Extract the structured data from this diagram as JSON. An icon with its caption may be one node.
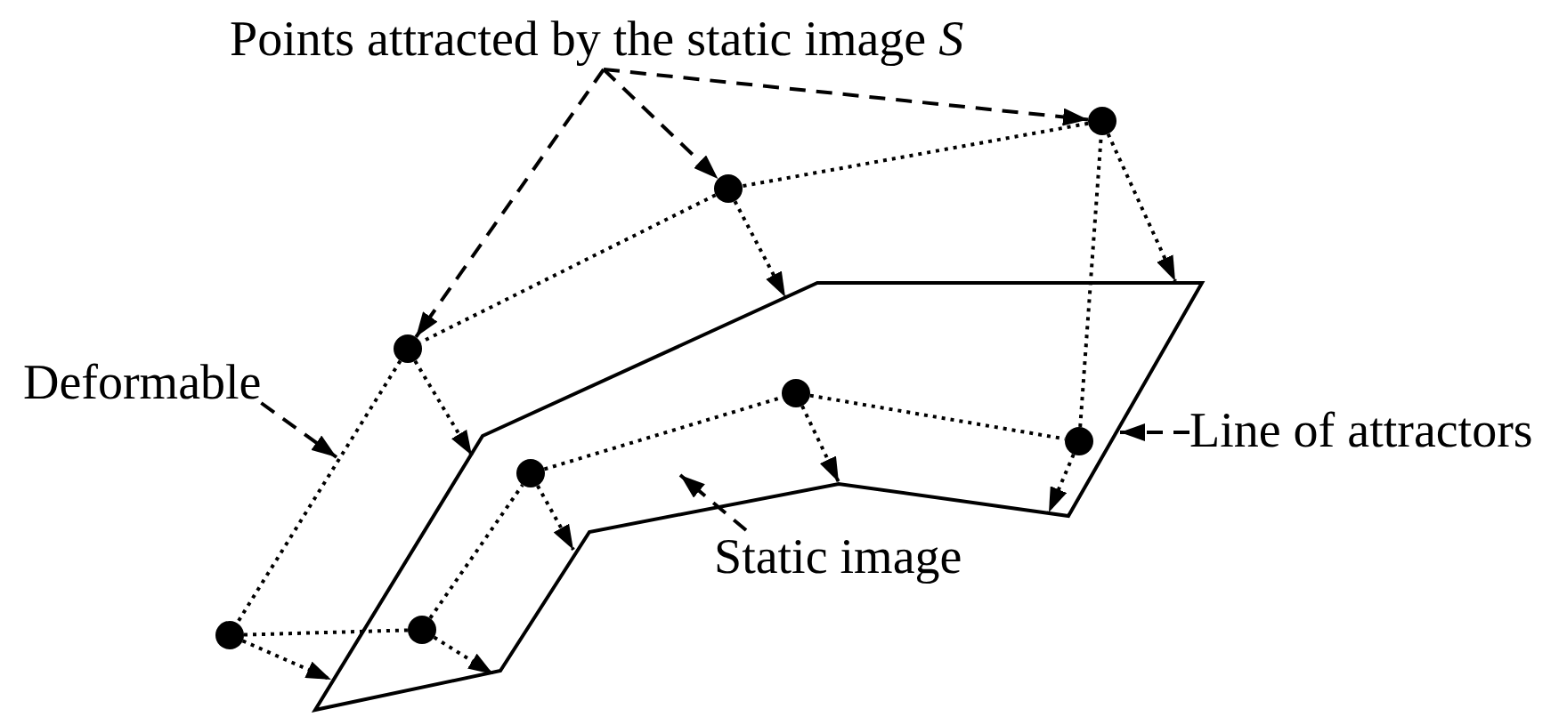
{
  "diagram": {
    "nodes": [
      {
        "text": [
          "Points attracted by the static image *S*"
        ]
      },
      {
        "text": [],
        "shape": "circle"
      },
      {
        "text": [],
        "shape": "circle"
      },
      {
        "text": [],
        "shape": "circle"
      },
      {
        "text": [],
        "shape": "circle"
      },
      {
        "text": [],
        "shape": "circle",
        "in": 10
      },
      {
        "text": [],
        "shape": "circle",
        "in": 10
      },
      {
        "text": [],
        "shape": "circle",
        "in": 10
      },
      {
        "text": [],
        "shape": "circle",
        "in": 10
      },
      {
        "text": [
          "Deformable"
        ]
      },
      {
        "text": [],
        "shape": "polygon"
      },
      {
        "text": [
          "Line of attractors"
        ]
      },
      {
        "text": [
          "Static image"
        ]
      }
    ],
    "edges": [
      {
        "from": 0,
        "to": 1,
        "arrow": "to",
        "style": "dashed"
      },
      {
        "from": 0,
        "to": 2,
        "arrow": "to",
        "style": "dashed"
      },
      {
        "from": 0,
        "to": 3,
        "arrow": "to",
        "style": "dashed"
      },
      {
        "from": 1,
        "to": 2,
        "arrow": "none"
      },
      {
        "from": 2,
        "to": 3,
        "arrow": "none"
      },
      {
        "from": 3,
        "to": 4,
        "arrow": "none"
      },
      {
        "from": 4,
        "to": 5,
        "arrow": "none"
      },
      {
        "from": 5,
        "to": 6,
        "arrow": "none"
      },
      {
        "from": 6,
        "to": 7,
        "arrow": "none"
      },
      {
        "from": 7,
        "to": 8,
        "arrow": "none"
      },
      {
        "from": 8,
        "to": 1,
        "arrow": "none"
      },
      {
        "from": 1,
        "to": 10,
        "arrow": "to"
      },
      {
        "from": 2,
        "to": 10,
        "arrow": "to"
      },
      {
        "from": 3,
        "to": 10,
        "arrow": "to"
      },
      {
        "from": 4,
        "to": 10,
        "arrow": "to"
      },
      {
        "from": 5,
        "to": 10,
        "arrow": "to"
      },
      {
        "from": 6,
        "to": 10,
        "arrow": "to"
      },
      {
        "from": 7,
        "to": 10,
        "arrow": "to"
      },
      {
        "from": 8,
        "to": 10,
        "arrow": "to"
      },
      {
        "from": 9,
        "to": null,
        "arrow": "to",
        "style": "dashed"
      },
      {
        "from": 11,
        "to": 10,
        "arrow": "to",
        "style": "dashed"
      },
      {
        "from": 12,
        "to": 10,
        "arrow": "to",
        "style": "dashed"
      }
    ]
  }
}
